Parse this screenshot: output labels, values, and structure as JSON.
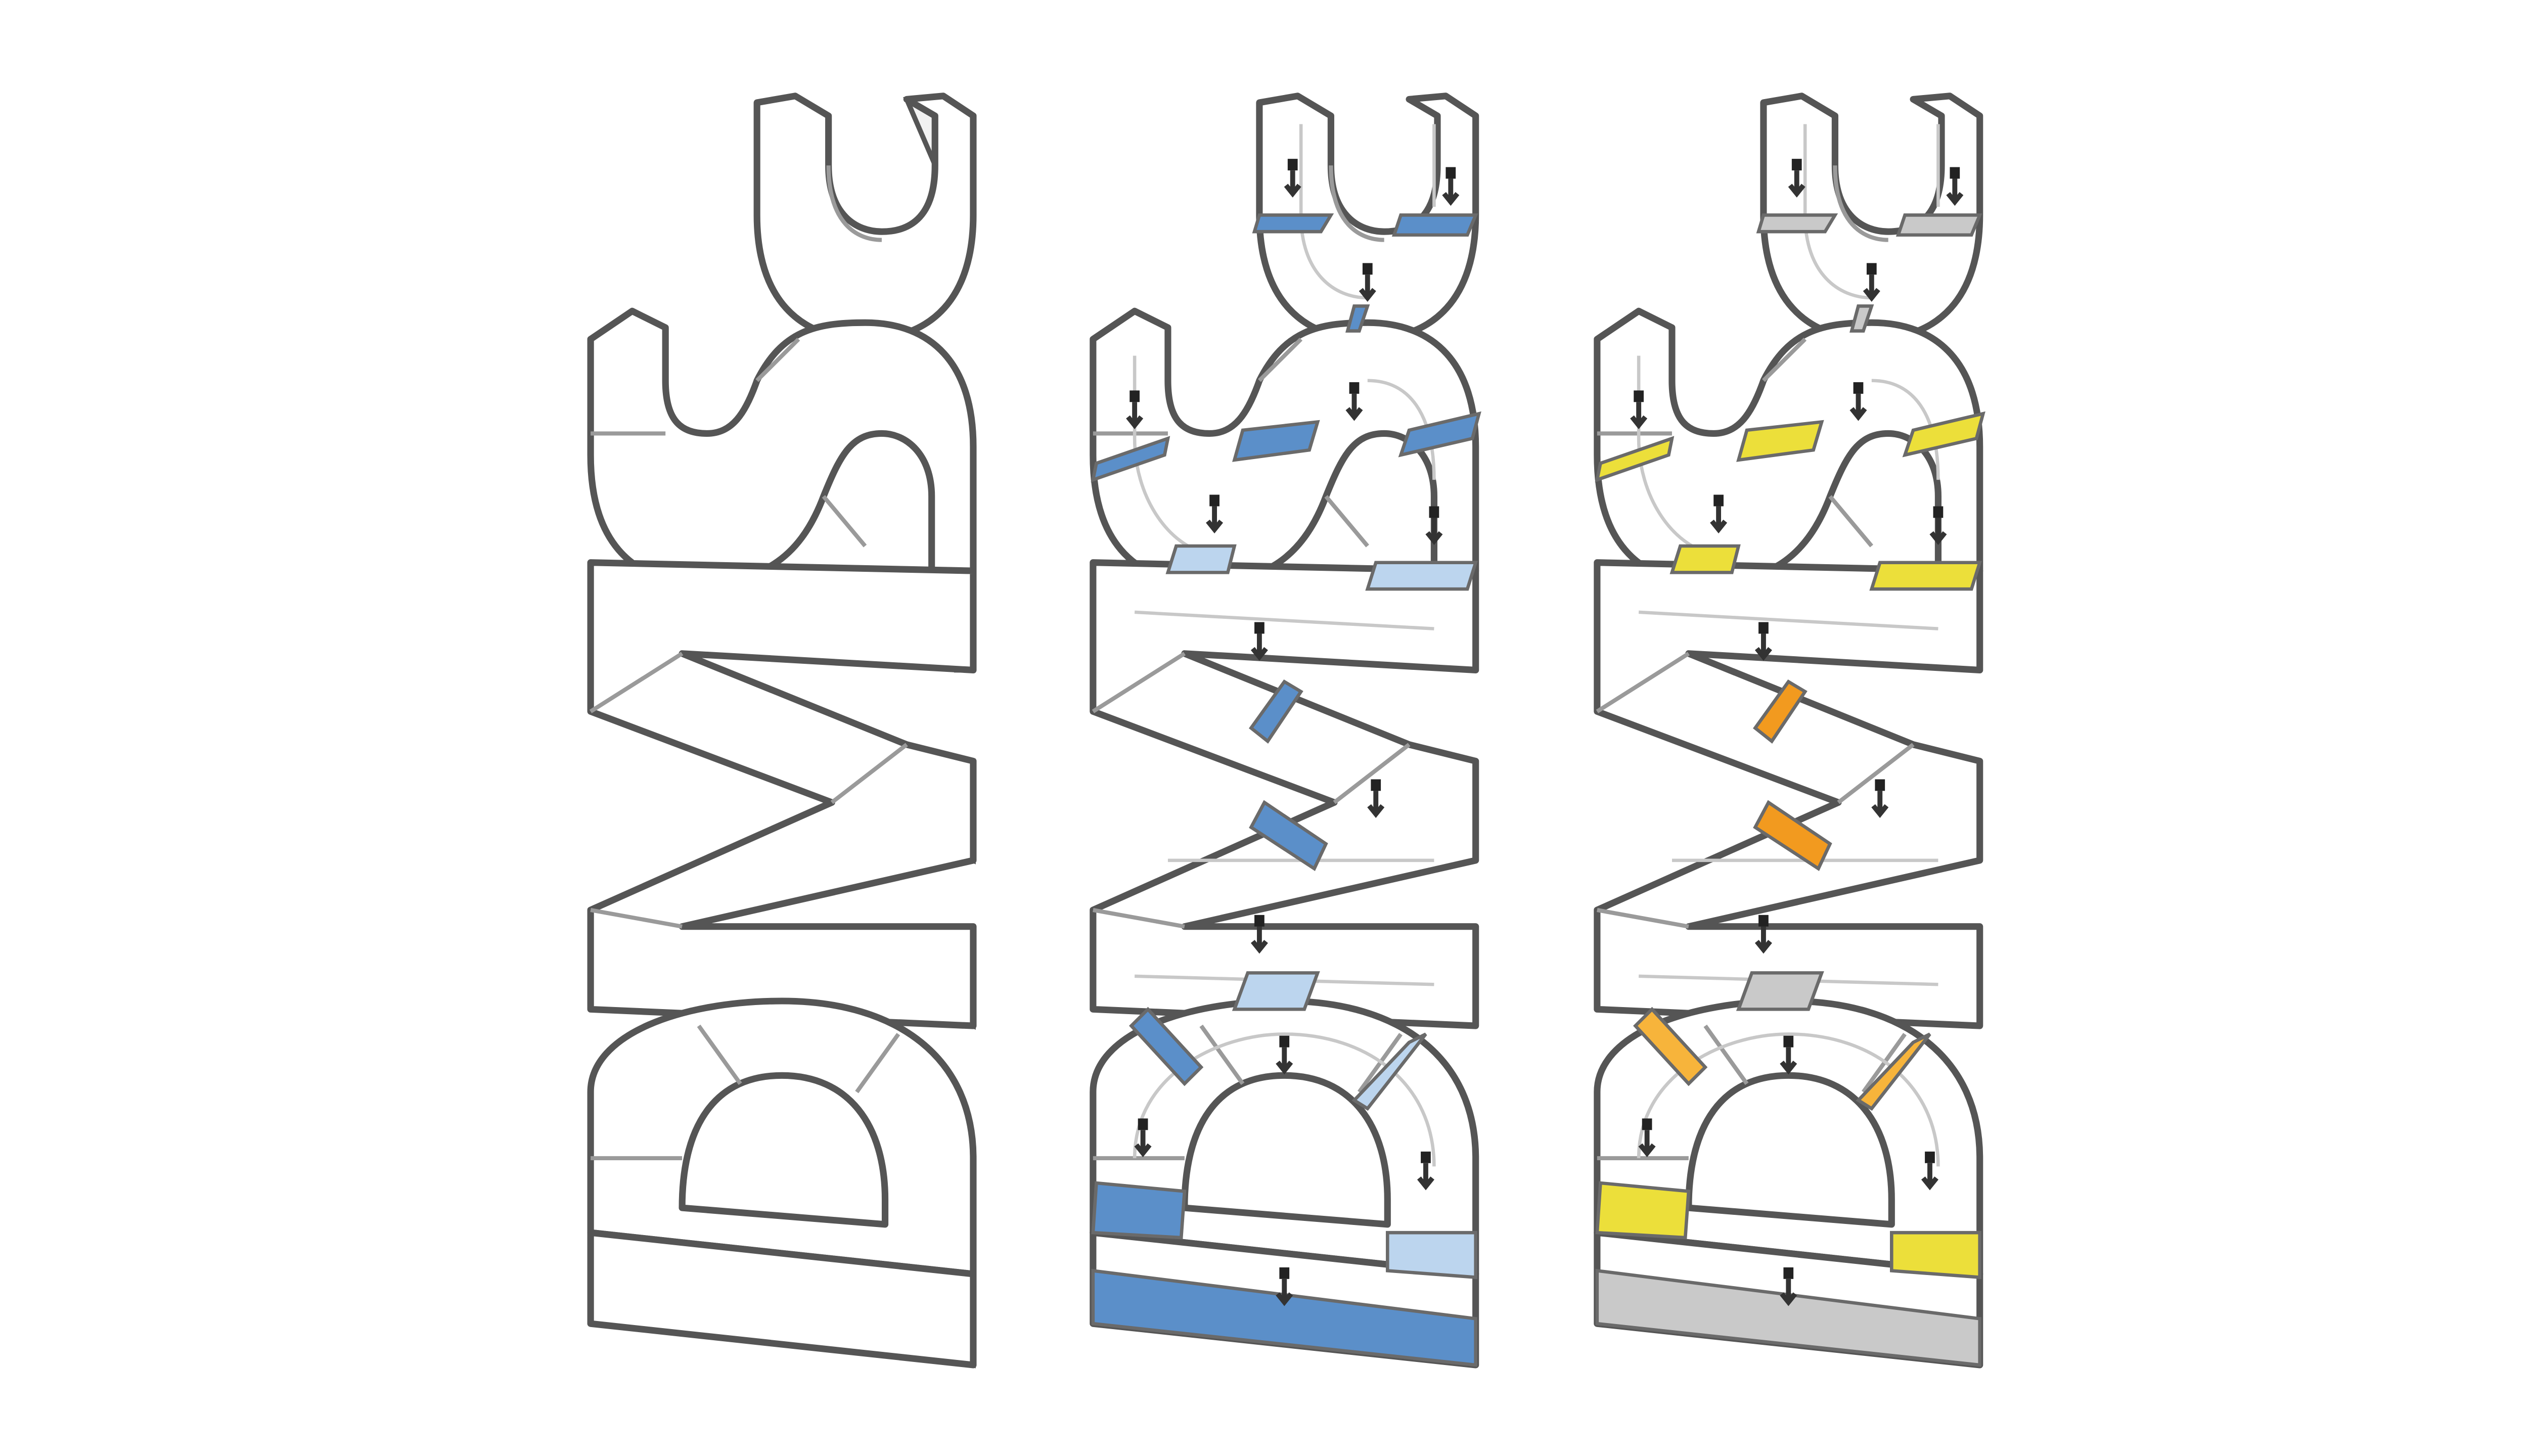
{
  "figure": {
    "columns": [
      {
        "key": "plain",
        "letters": [
          "C",
          "S",
          "M",
          "D"
        ],
        "fill": "none"
      },
      {
        "key": "blue",
        "letters": [
          "C",
          "S",
          "M",
          "D"
        ],
        "fill": "blue"
      },
      {
        "key": "thermal",
        "letters": [
          "C",
          "S",
          "M",
          "D"
        ],
        "fill": "yellow-orange-grey"
      }
    ]
  },
  "colors": {
    "outline": "#555555",
    "blue": "#5b8fc9",
    "blue_light": "#bcd5ee",
    "yellow": "#ecdf3a",
    "orange": "#f29a1f",
    "orange_light": "#f7b43b",
    "grey": "#c9c9c9"
  },
  "icons": {
    "sensor": "sensor-arrow-icon"
  }
}
